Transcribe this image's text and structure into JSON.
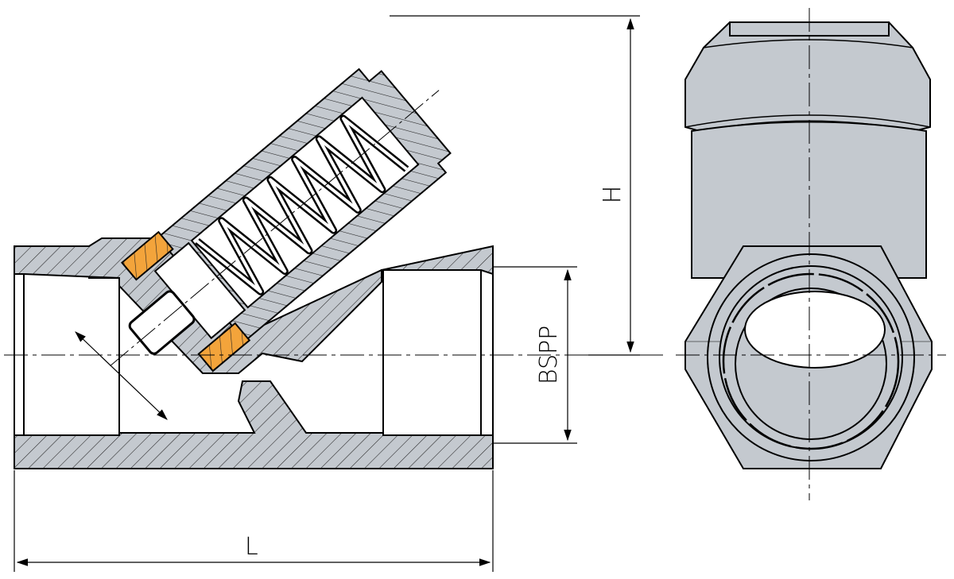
{
  "dimensions": {
    "length_label": "L",
    "height_label": "H",
    "thread_label": "BSPP"
  },
  "colors": {
    "body": "#c4c9cf",
    "seal": "#f3a43b",
    "line": "#000000",
    "background": "#ffffff"
  }
}
